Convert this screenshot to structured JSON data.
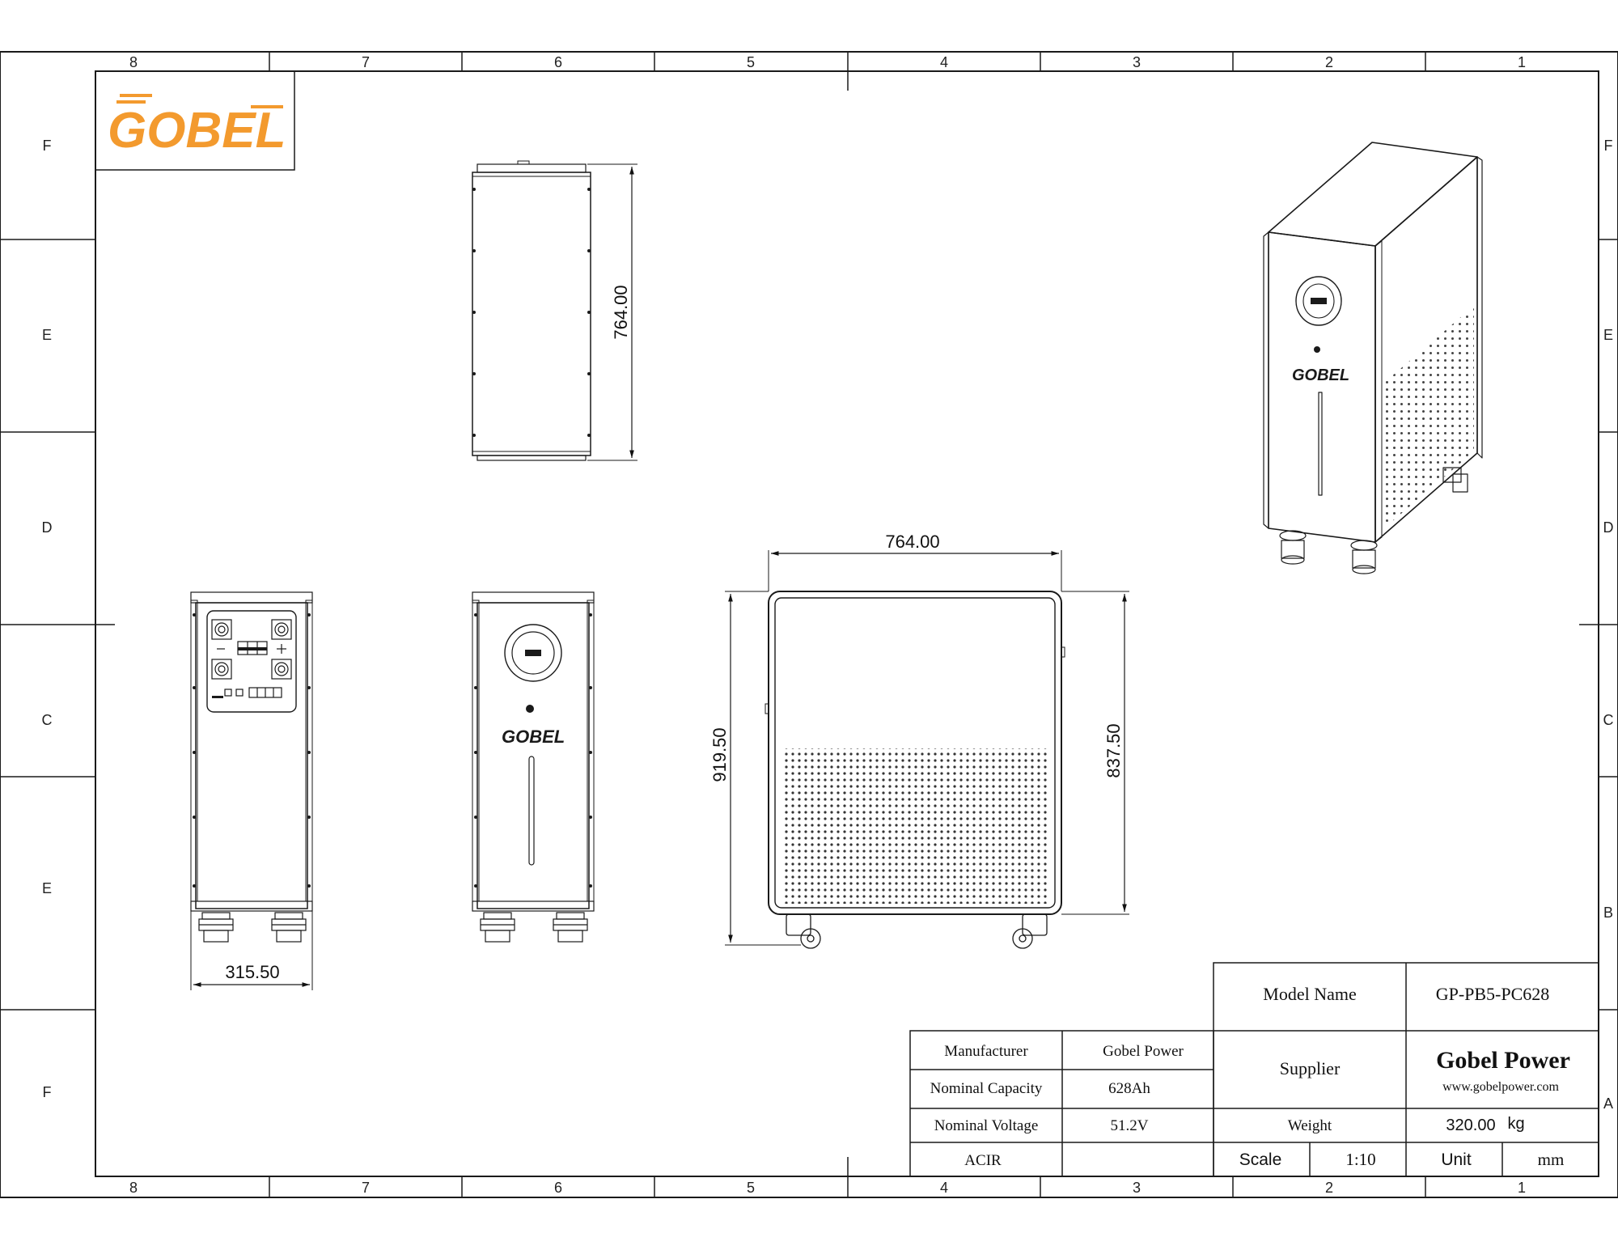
{
  "brand": {
    "logo_text": "GOBEL",
    "colors": {
      "logo": "#F39A2E",
      "line": "#1a1a1a",
      "background": "#ffffff"
    }
  },
  "frame": {
    "columns_top": [
      "8",
      "7",
      "6",
      "5",
      "4",
      "3",
      "2",
      "1"
    ],
    "columns_bottom": [
      "8",
      "7",
      "6",
      "5",
      "4",
      "3",
      "2",
      "1"
    ],
    "rows_left": [
      "F",
      "E",
      "D",
      "C",
      "E",
      "F"
    ],
    "rows_right": [
      "F",
      "E",
      "D",
      "C",
      "B",
      "A"
    ]
  },
  "dimensions": {
    "top_view_depth": "764.00",
    "side_view_width": "764.00",
    "side_view_total_height": "919.50",
    "side_view_body_height": "837.50",
    "rear_view_width": "315.50"
  },
  "title_block": {
    "model_name_label": "Model Name",
    "model_name_value": "GP-PB5-PC628",
    "manufacturer_label": "Manufacturer",
    "manufacturer_value": "Gobel Power",
    "supplier_label": "Supplier",
    "supplier_name": "Gobel Power",
    "supplier_website": "www.gobelpower.com",
    "nominal_capacity_label": "Nominal Capacity",
    "nominal_capacity_value": "628Ah",
    "nominal_voltage_label": "Nominal Voltage",
    "nominal_voltage_value": "51.2V",
    "weight_label": "Weight",
    "weight_value": "320.00",
    "weight_unit": "kg",
    "acir_label": "ACIR",
    "acir_value": "",
    "scale_label": "Scale",
    "scale_value": "1:10",
    "unit_label": "Unit",
    "unit_value": "mm"
  }
}
